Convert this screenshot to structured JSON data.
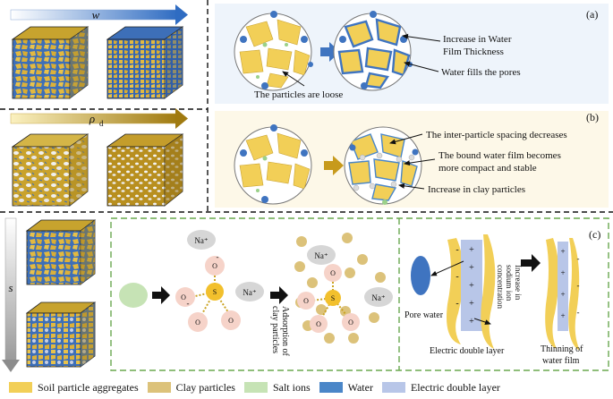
{
  "panel_a": {
    "letter": "(a)",
    "label_loose": "The particles are loose",
    "label_film_1": "Increase in Water",
    "label_film_2": "Film Thickness",
    "label_fill": "Water fills the pores"
  },
  "panel_b": {
    "letter": "(b)",
    "label_spacing": "The inter-particle spacing decreases",
    "label_bound_1": "The bound water film becomes",
    "label_bound_2": "more compact and stable",
    "label_clay": "Increase in clay particles"
  },
  "panel_c": {
    "letter": "(c)",
    "label_adsorption_1": "Adsorption of",
    "label_adsorption_2": "clay particles",
    "label_pore": "Pore water",
    "label_edl": "Electric double layer",
    "label_increase_1": "Increase in",
    "label_increase_2": "sodium ion",
    "label_increase_3": "concentration",
    "label_thin_1": "Thinning of",
    "label_thin_2": "water film"
  },
  "chem": {
    "na": "Na⁺",
    "o": "O",
    "s": "S",
    "minus": "-",
    "plus": "+"
  },
  "axes": {
    "w": "w",
    "rho": "ρ",
    "rho_sub": "d",
    "s": "s"
  },
  "legend": [
    {
      "label": "Soil particle aggregates",
      "color": "#f2cf57"
    },
    {
      "label": "Clay particles",
      "color": "#dcc27a"
    },
    {
      "label": "Salt ions",
      "color": "#c6e3b5"
    },
    {
      "label": "Water",
      "color": "#4a86c8"
    },
    {
      "label": "Electric double layer",
      "color": "#b8c6e8"
    }
  ],
  "colors": {
    "soil": "#e8c14a",
    "soil_dark": "#b8921f",
    "water": "#3f74c0",
    "clay": "#d9b96a",
    "salt": "#b9dca5",
    "edl": "#b8c6e8",
    "panel_a_bg": "#eef4fb",
    "panel_b_bg": "#fdf8e8",
    "dash_green": "#6aa84f"
  }
}
